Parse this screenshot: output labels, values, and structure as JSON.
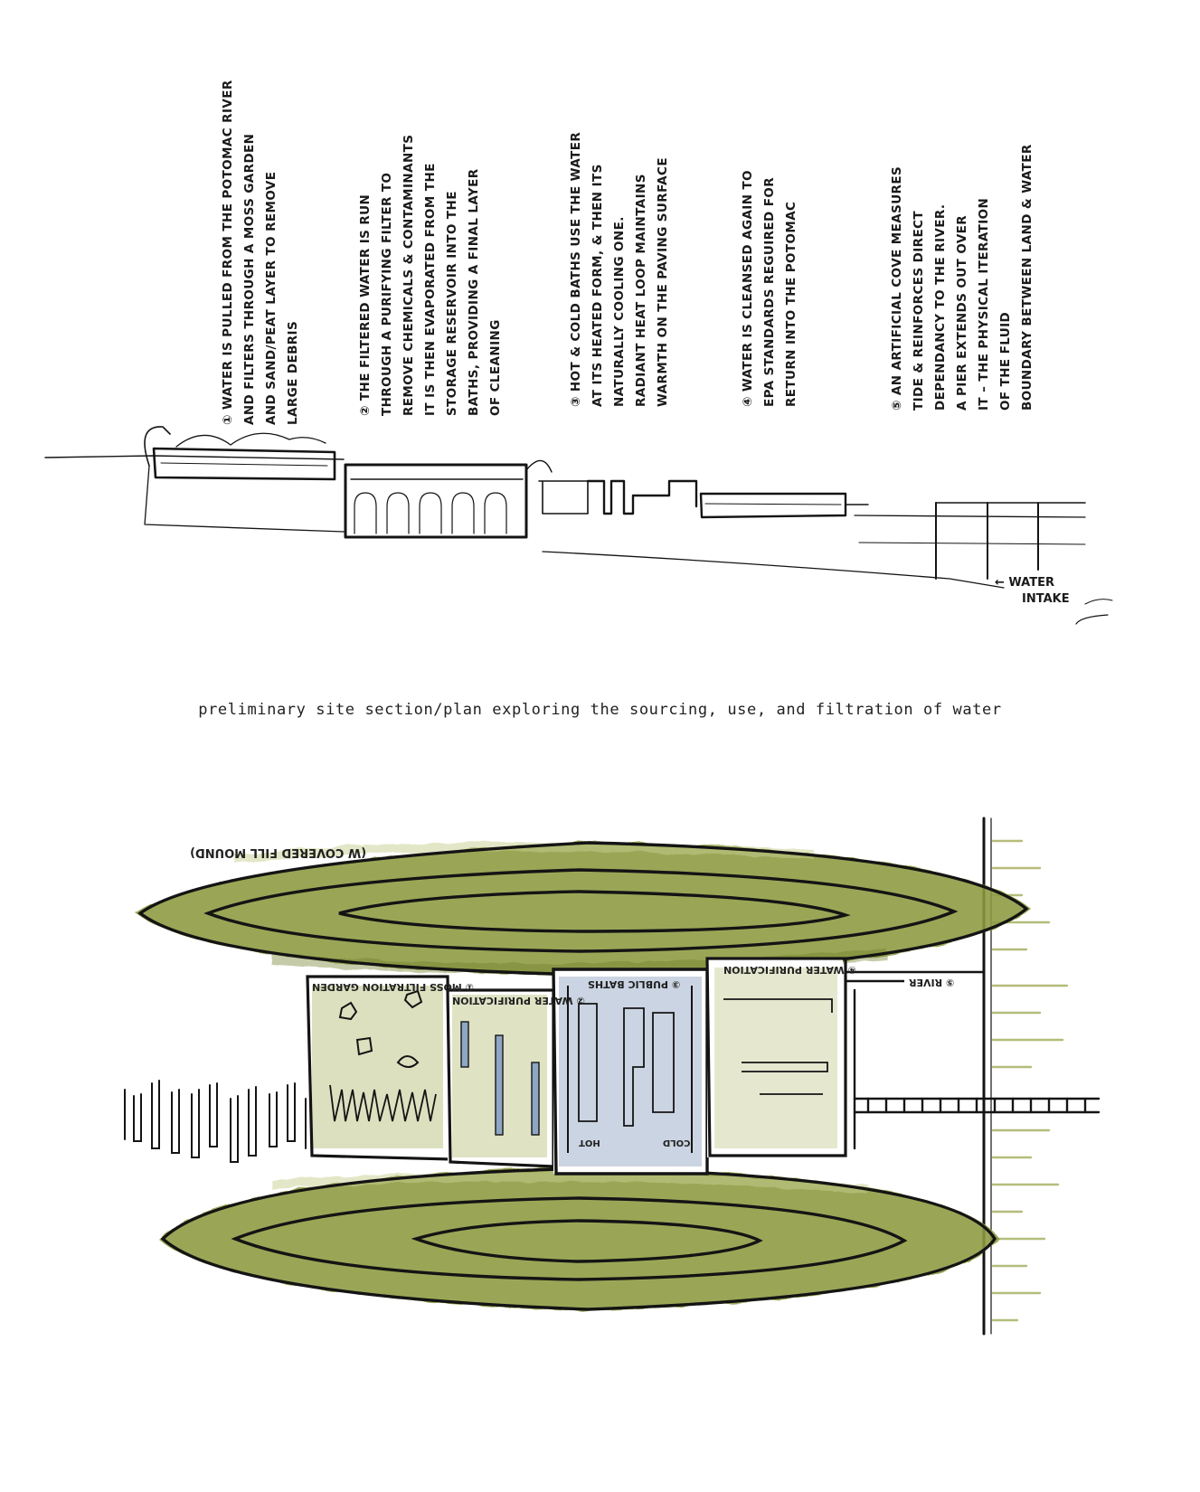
{
  "notes": [
    {
      "lines": [
        "① Water is pulled from the Potomac River",
        "and filters through a Moss Garden",
        "and sand/peat layer to remove",
        "large debris"
      ]
    },
    {
      "lines": [
        "② The filtered water is run",
        "through a purifying filter to",
        "remove chemicals & contaminants",
        "It is then evaporated from the",
        "storage reservoir into the",
        "baths, providing a final layer",
        "of cleaning"
      ]
    },
    {
      "lines": [
        "③ Hot & cold baths use the water",
        "at its heated form, & then its",
        "naturally cooling one.",
        "Radiant heat loop maintains",
        "warmth on the paving surface"
      ]
    },
    {
      "lines": [
        "④ Water is cleansed again to",
        "EPA standards reguired for",
        "return into the Potomac"
      ]
    },
    {
      "lines": [
        "⑤ An artificial cove measures",
        "tide & reinforces direct",
        "dependancy to the river.",
        "A pier extends out over",
        "it – the physical iteration",
        "of the fluid",
        "boundary between land & water"
      ]
    }
  ],
  "intake_label": [
    "← WATER",
    "INTAKE"
  ],
  "caption": "preliminary site section/plan exploring the sourcing, use, and filtration of water",
  "plan_labels": {
    "mound": "(W covered fill mound)",
    "moss": "① Moss filtration garden",
    "water_purification_1": "② Water purification",
    "public_baths": "③ Public baths",
    "water_purification_2": "④ Water purification",
    "river": "⑤ River",
    "hot": "Hot",
    "cold": "Cold"
  },
  "colors": {
    "ink": "#141414",
    "moss": "#7e8a2e",
    "moss_light": "#a9b163",
    "wash": "#c5cc94",
    "blue": "#8fa6c4"
  }
}
